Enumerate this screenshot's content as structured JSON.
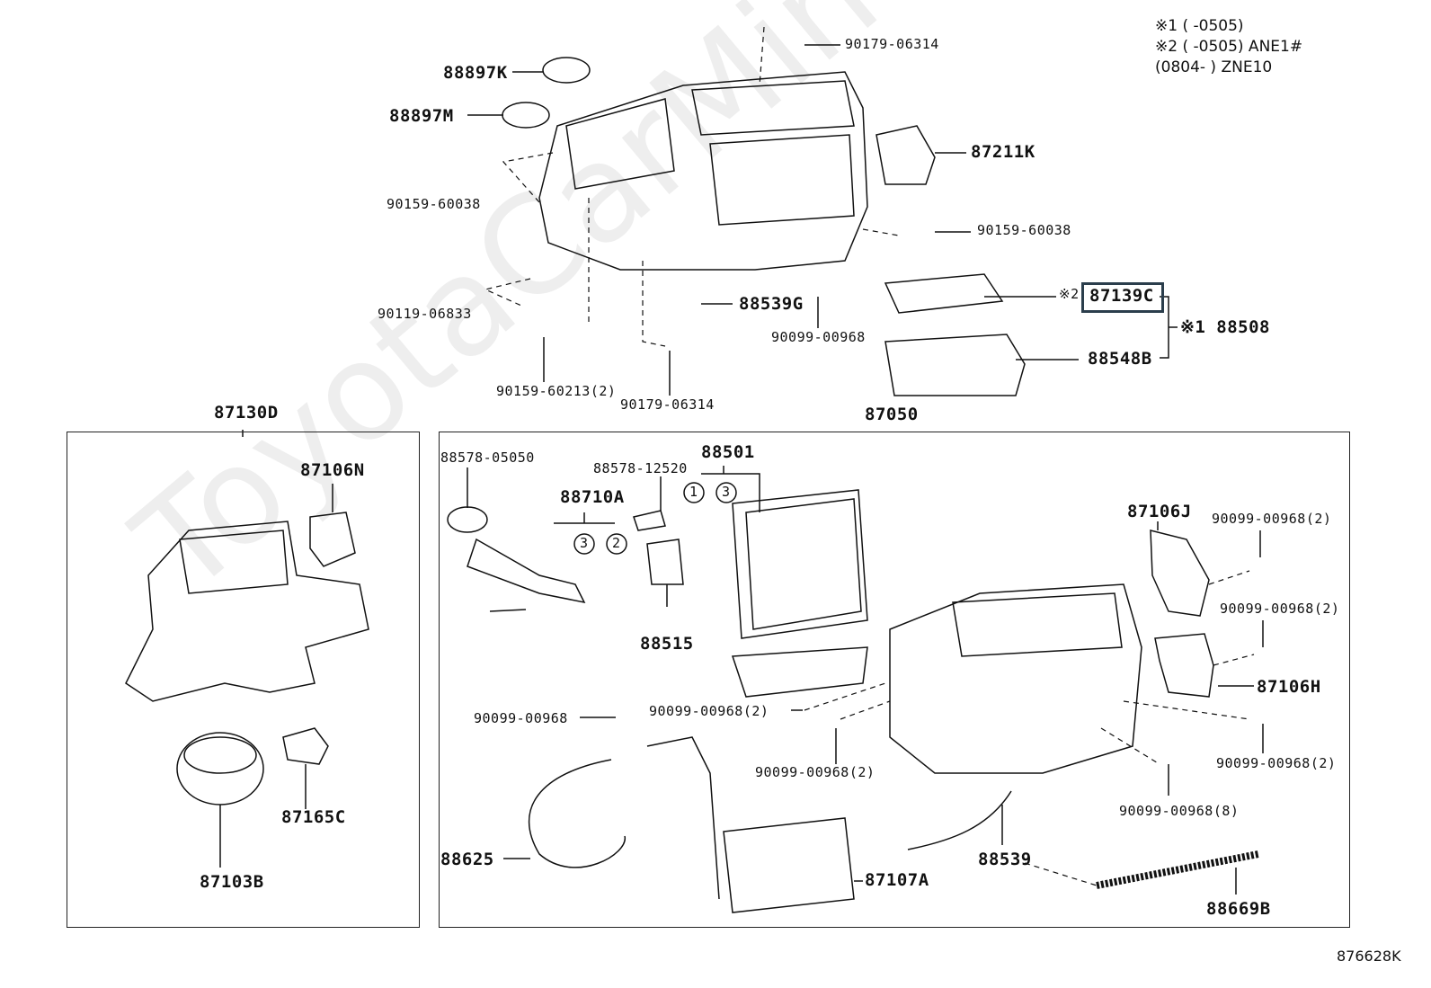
{
  "watermark": "ToyotaCarMine.ru",
  "notes": [
    "※1 (     -0505)",
    "※2 (     -0505) ANE1#",
    "    (0804-     ) ZNE10"
  ],
  "diagram_id": "876628K",
  "highlighted_part": "87139C",
  "top_labels": {
    "l1": "90179-06314",
    "l2": "88897K",
    "l3": "88897M",
    "l4": "87211K",
    "l5": "90159-60038",
    "l6": "90159-60038",
    "l7": "90119-06833",
    "l8": "88539G",
    "l9": "90099-00968",
    "l10": "90159-60213(2)",
    "l11": "90179-06314",
    "l12": "※2",
    "l13": "87139C",
    "l14": "※1 88508",
    "l15": "88548B"
  },
  "left_box": {
    "title": "87130D",
    "labels": {
      "a": "87106N",
      "b": "87165C",
      "c": "87103B"
    }
  },
  "right_box": {
    "title": "87050",
    "labels": {
      "a": "88578-05050",
      "b": "88578-12520",
      "c": "88501",
      "d": "88710A",
      "e": "88515",
      "f": "87106J",
      "g": "90099-00968(2)",
      "h": "90099-00968(2)",
      "i": "87106H",
      "j": "90099-00968(2)",
      "k": "90099-00968",
      "l": "90099-00968(2)",
      "m": "90099-00968(2)",
      "n": "90099-00968(8)",
      "o": "88625",
      "p": "87107A",
      "q": "88539",
      "r": "88669B"
    },
    "circle_marks": [
      "1",
      "3",
      "3",
      "2"
    ]
  }
}
